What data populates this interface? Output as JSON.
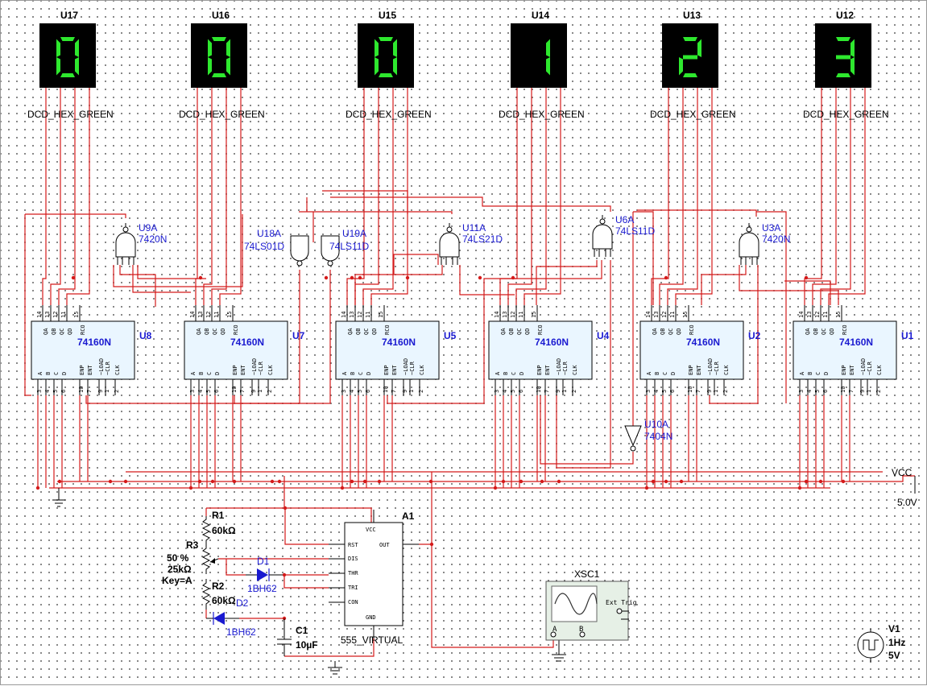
{
  "displays": [
    {
      "ref": "U17",
      "model": "DCD_HEX_GREEN",
      "digit": "0"
    },
    {
      "ref": "U16",
      "model": "DCD_HEX_GREEN",
      "digit": "0"
    },
    {
      "ref": "U15",
      "model": "DCD_HEX_GREEN",
      "digit": "0"
    },
    {
      "ref": "U14",
      "model": "DCD_HEX_GREEN",
      "digit": "1"
    },
    {
      "ref": "U13",
      "model": "DCD_HEX_GREEN",
      "digit": "2"
    },
    {
      "ref": "U12",
      "model": "DCD_HEX_GREEN",
      "digit": "3"
    }
  ],
  "counters": [
    {
      "ref": "U8",
      "model": "74160N"
    },
    {
      "ref": "U7",
      "model": "74160N"
    },
    {
      "ref": "U5",
      "model": "74160N"
    },
    {
      "ref": "U4",
      "model": "74160N"
    },
    {
      "ref": "U2",
      "model": "74160N"
    },
    {
      "ref": "U1",
      "model": "74160N"
    }
  ],
  "counter_pins": {
    "top": [
      "14",
      "13",
      "12",
      "11",
      "15"
    ],
    "top_names": [
      "QA",
      "QB",
      "QC",
      "QD",
      "RCO"
    ],
    "bottom": [
      "3",
      "4",
      "5",
      "6",
      "10",
      "7",
      "9",
      "1",
      "2"
    ],
    "bottom_names": [
      "A",
      "B",
      "C",
      "D",
      "ENP",
      "ENT",
      "~LOAD",
      "~CLR",
      "CLK"
    ]
  },
  "gates": [
    {
      "ref": "U9A",
      "model": "7420N"
    },
    {
      "ref": "U18A",
      "model": "74LS01D"
    },
    {
      "ref": "U19A",
      "model": "74LS11D"
    },
    {
      "ref": "U11A",
      "model": "74LS21D"
    },
    {
      "ref": "U6A",
      "model": "74LS11D"
    },
    {
      "ref": "U3A",
      "model": "7420N"
    },
    {
      "ref": "U10A",
      "model": "7404N"
    }
  ],
  "supply": {
    "label": "VCC",
    "value": "5.0V"
  },
  "timer": {
    "ref": "A1",
    "model": "555_VIRTUAL",
    "pins": [
      "VCC",
      "RST",
      "OUT",
      "DIS",
      "THR",
      "TRI",
      "CON",
      "GND"
    ]
  },
  "resistors": [
    {
      "ref": "R1",
      "value": "60kΩ"
    },
    {
      "ref": "R2",
      "value": "60kΩ"
    }
  ],
  "potentiometer": {
    "ref": "R3",
    "setting": "50 %",
    "value": "25kΩ",
    "key": "Key=A"
  },
  "diodes": [
    {
      "ref": "D1",
      "model": "1BH62"
    },
    {
      "ref": "D2",
      "model": "1BH62"
    }
  ],
  "capacitor": {
    "ref": "C1",
    "value": "10µF"
  },
  "scope": {
    "ref": "XSC1",
    "ext_trig": "Ext Trig",
    "ch_a": "A",
    "ch_b": "B"
  },
  "source": {
    "ref": "V1",
    "freq": "1Hz",
    "amp": "5V"
  }
}
